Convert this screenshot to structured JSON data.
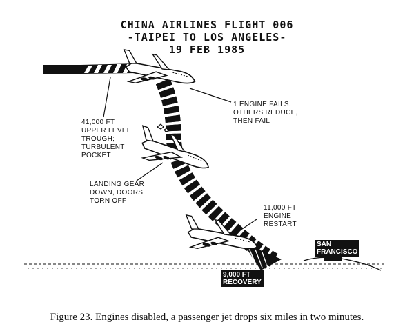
{
  "title": {
    "line1": "CHINA AIRLINES FLIGHT 006",
    "line2": "-TAIPEI TO LOS ANGELES-",
    "line3": "19 FEB 1985"
  },
  "annotations": {
    "trough": "41,000 FT\nUPPER LEVEL\nTROUGH;\nTURBULENT\nPOCKET",
    "engine_fail": "1 ENGINE FAILS.\nOTHERS REDUCE,\nTHEN FAIL",
    "landing_gear": "LANDING GEAR\nDOWN, DOORS\nTORN OFF",
    "restart": "11,000 FT\nENGINE\nRESTART",
    "recovery": "9,000 FT\nRECOVERY",
    "city": "SAN\nFRANCISCO"
  },
  "caption": "Figure 23.  Engines disabled, a passenger jet drops six miles in two minutes.",
  "colors": {
    "ink": "#111111",
    "paper": "#ffffff"
  }
}
